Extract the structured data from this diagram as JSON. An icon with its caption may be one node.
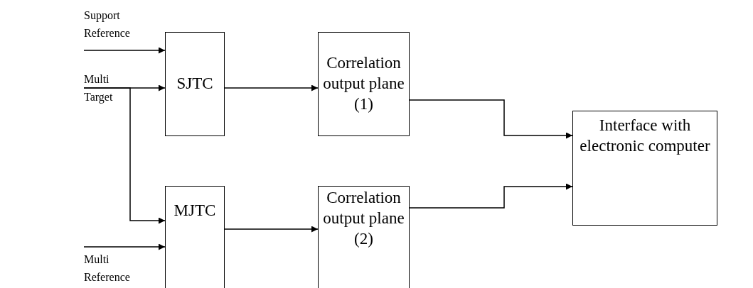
{
  "diagram": {
    "nodes": [
      {
        "text": [
          "Support Reference"
        ]
      },
      {
        "text": [
          "Multi Target"
        ]
      },
      {
        "text": [
          "Multi Reference"
        ]
      },
      {
        "text": [
          "SJTC"
        ]
      },
      {
        "text": [
          "Correlation output plane (1)"
        ]
      },
      {
        "text": [
          "Interface with electronic computer"
        ]
      },
      {
        "text": [
          "MJTC"
        ]
      },
      {
        "text": [
          "Correlation output plane (2)"
        ]
      }
    ],
    "edges": [
      {
        "from": 0,
        "to": 3,
        "arrow": "to"
      },
      {
        "from": 1,
        "to": 3,
        "arrow": "to"
      },
      {
        "from": 1,
        "to": 6,
        "arrow": "to"
      },
      {
        "from": 2,
        "to": 6,
        "arrow": "to"
      },
      {
        "from": 3,
        "to": 4,
        "arrow": "to"
      },
      {
        "from": 6,
        "to": 7,
        "arrow": "to"
      },
      {
        "from": 4,
        "to": 5,
        "arrow": "to"
      },
      {
        "from": 7,
        "to": 5,
        "arrow": "to"
      }
    ]
  }
}
